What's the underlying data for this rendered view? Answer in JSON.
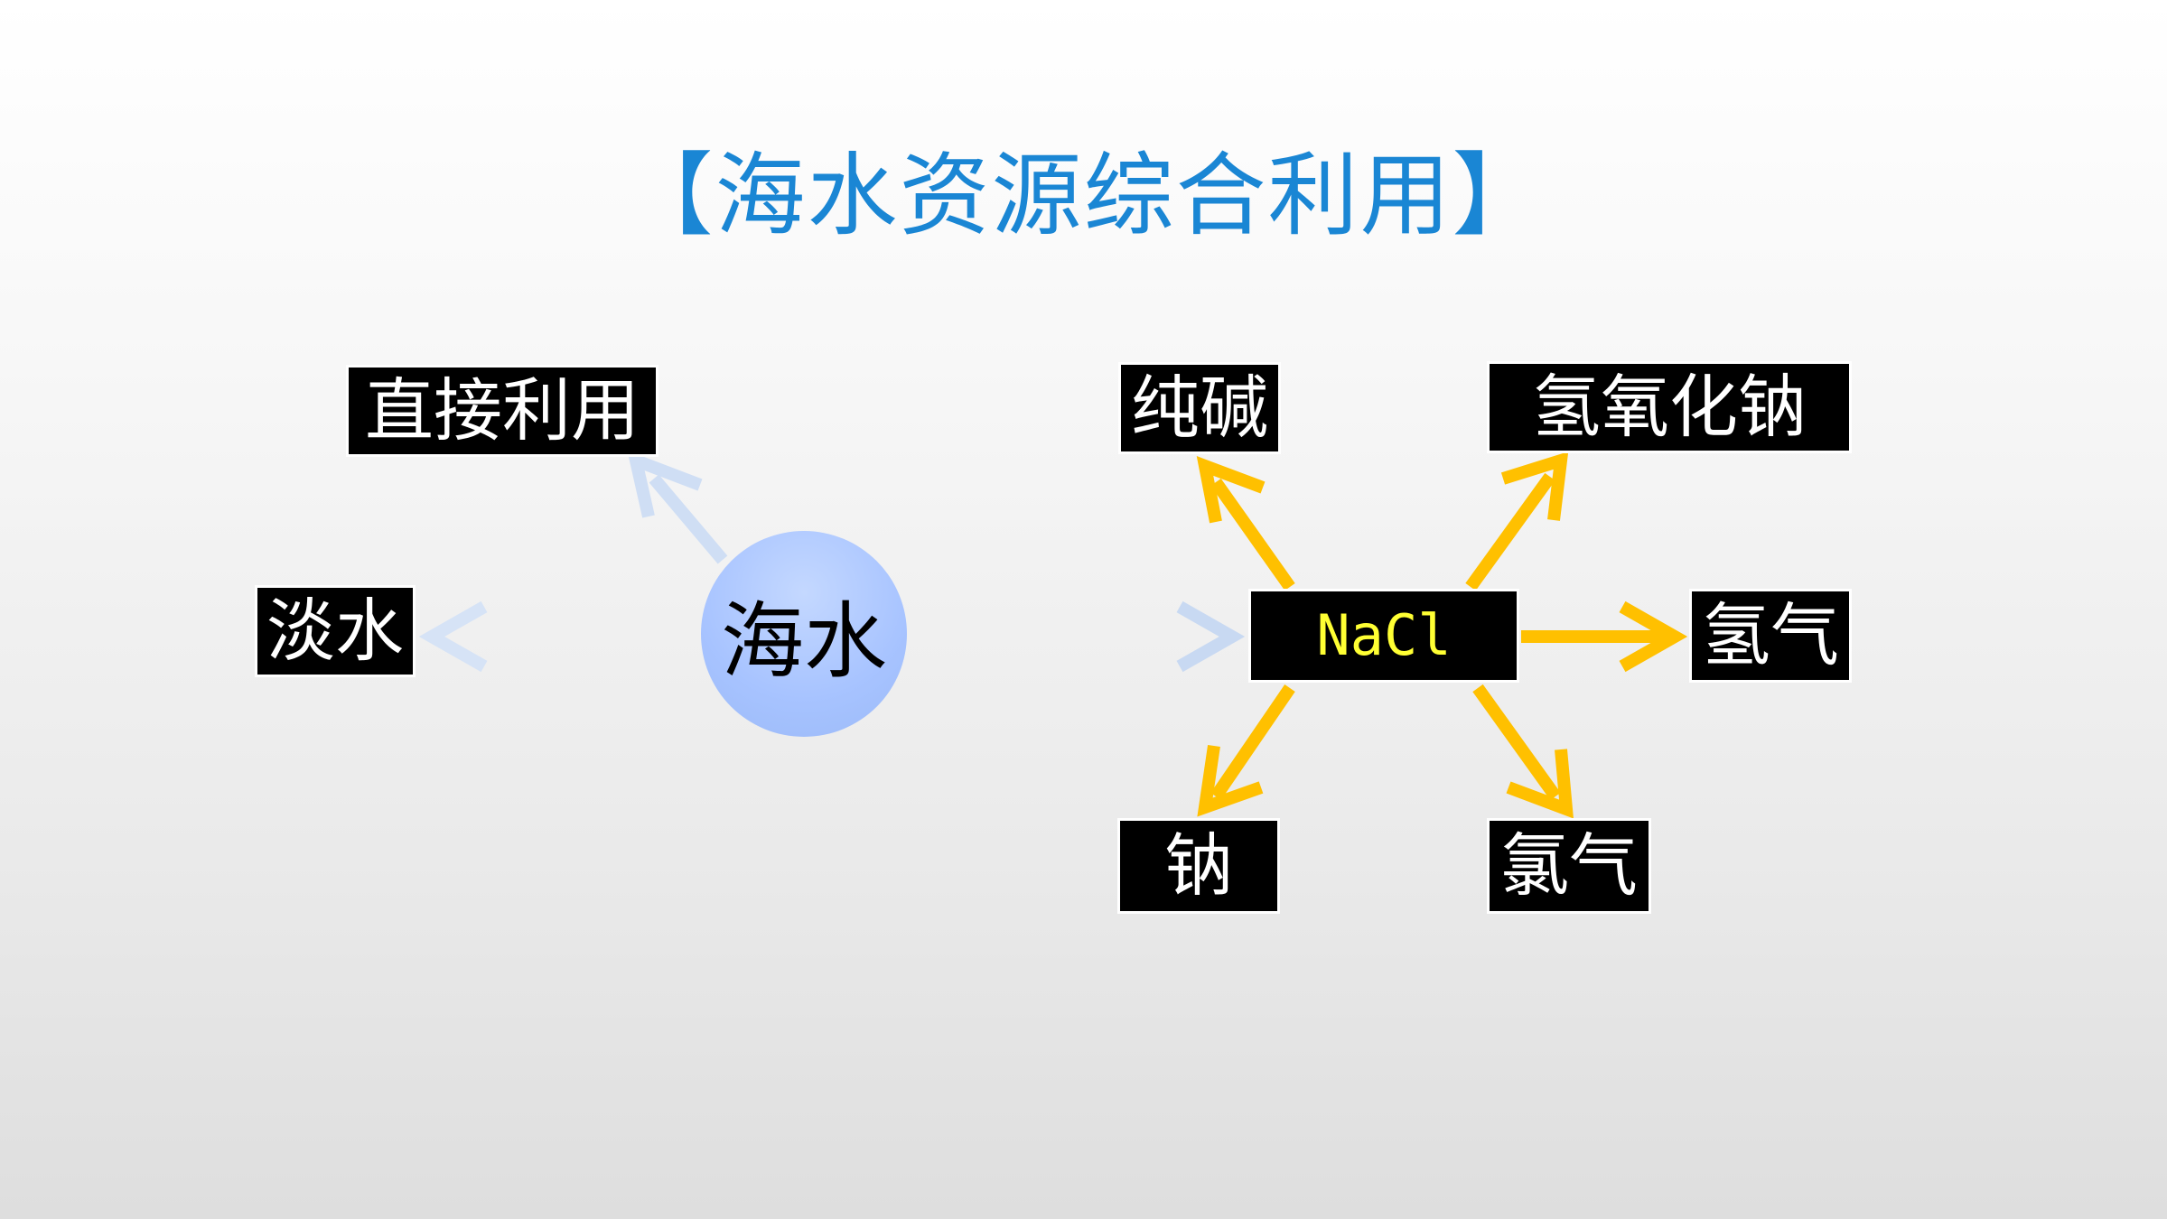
{
  "title": "【海水资源综合利用】",
  "center": "海水",
  "nacl": "NaCl",
  "left_products": {
    "direct_use": "直接利用",
    "fresh_water": "淡水"
  },
  "nacl_products": {
    "soda_ash": "纯碱",
    "sodium_hydroxide": "氢氧化钠",
    "hydrogen": "氢气",
    "sodium": "钠",
    "chlorine": "氯气"
  },
  "colors": {
    "title": "#1a86d4",
    "light_arrow": "#c8d9f2",
    "gold_arrow": "#ffc000",
    "nacl_text": "#ffff33",
    "circle": "#a7c3ff"
  }
}
